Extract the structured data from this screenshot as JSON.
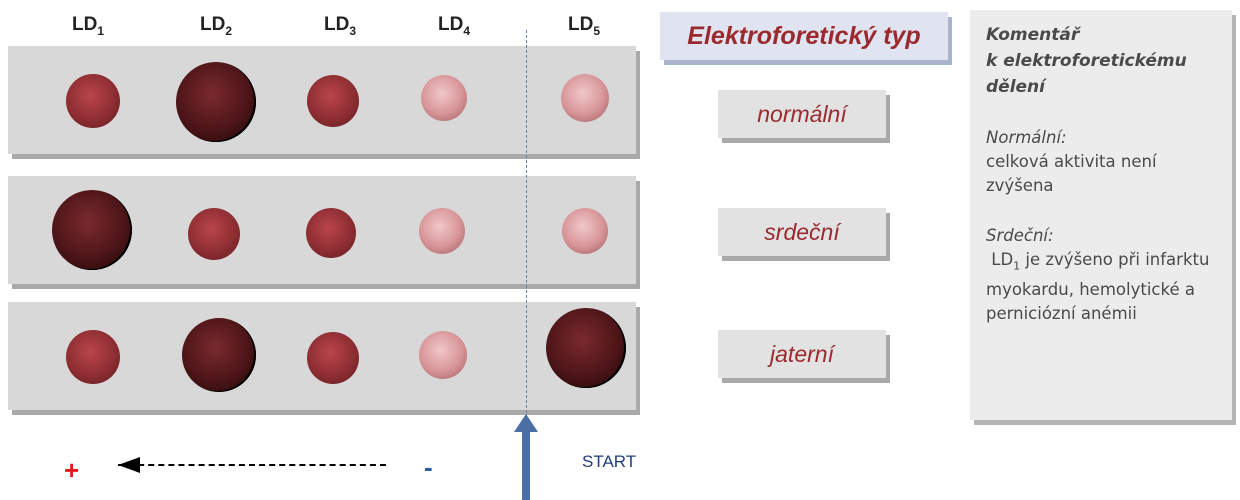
{
  "columns": [
    {
      "base": "LD",
      "sub": "1"
    },
    {
      "base": "LD",
      "sub": "2"
    },
    {
      "base": "LD",
      "sub": "3"
    },
    {
      "base": "LD",
      "sub": "4"
    },
    {
      "base": "LD",
      "sub": "5"
    }
  ],
  "bands": [
    {
      "label": "normální",
      "spots": [
        "red",
        "dark-big",
        "red",
        "pink",
        "pink"
      ]
    },
    {
      "label": "srdeční",
      "spots": [
        "dark-big",
        "red",
        "red",
        "pink",
        "pink"
      ]
    },
    {
      "label": "jaterní",
      "spots": [
        "red",
        "dark-big",
        "red",
        "pink",
        "dark-big"
      ]
    }
  ],
  "type_header": "Elektroforetický typ",
  "electrodes": {
    "plus": "+",
    "minus": "-"
  },
  "start_label": "START",
  "comment": {
    "title_line1": "Komentář",
    "title_line2": "k elektroforetickému",
    "title_line3": "dělení",
    "normal_title": "Normální:",
    "normal_text": "celková aktivita není zvýšena",
    "cardiac_title": "Srdeční:",
    "cardiac_ld": "LD",
    "cardiac_ld_sub": "1",
    "cardiac_text": " je zvýšeno při infarktu myokardu, hemolytické a perniciózní anémii"
  },
  "colors": {
    "accent_red": "#9b2a2f",
    "plus": "#e31b1b",
    "minus": "#2c5ea8",
    "start": "#4a6fa5"
  }
}
